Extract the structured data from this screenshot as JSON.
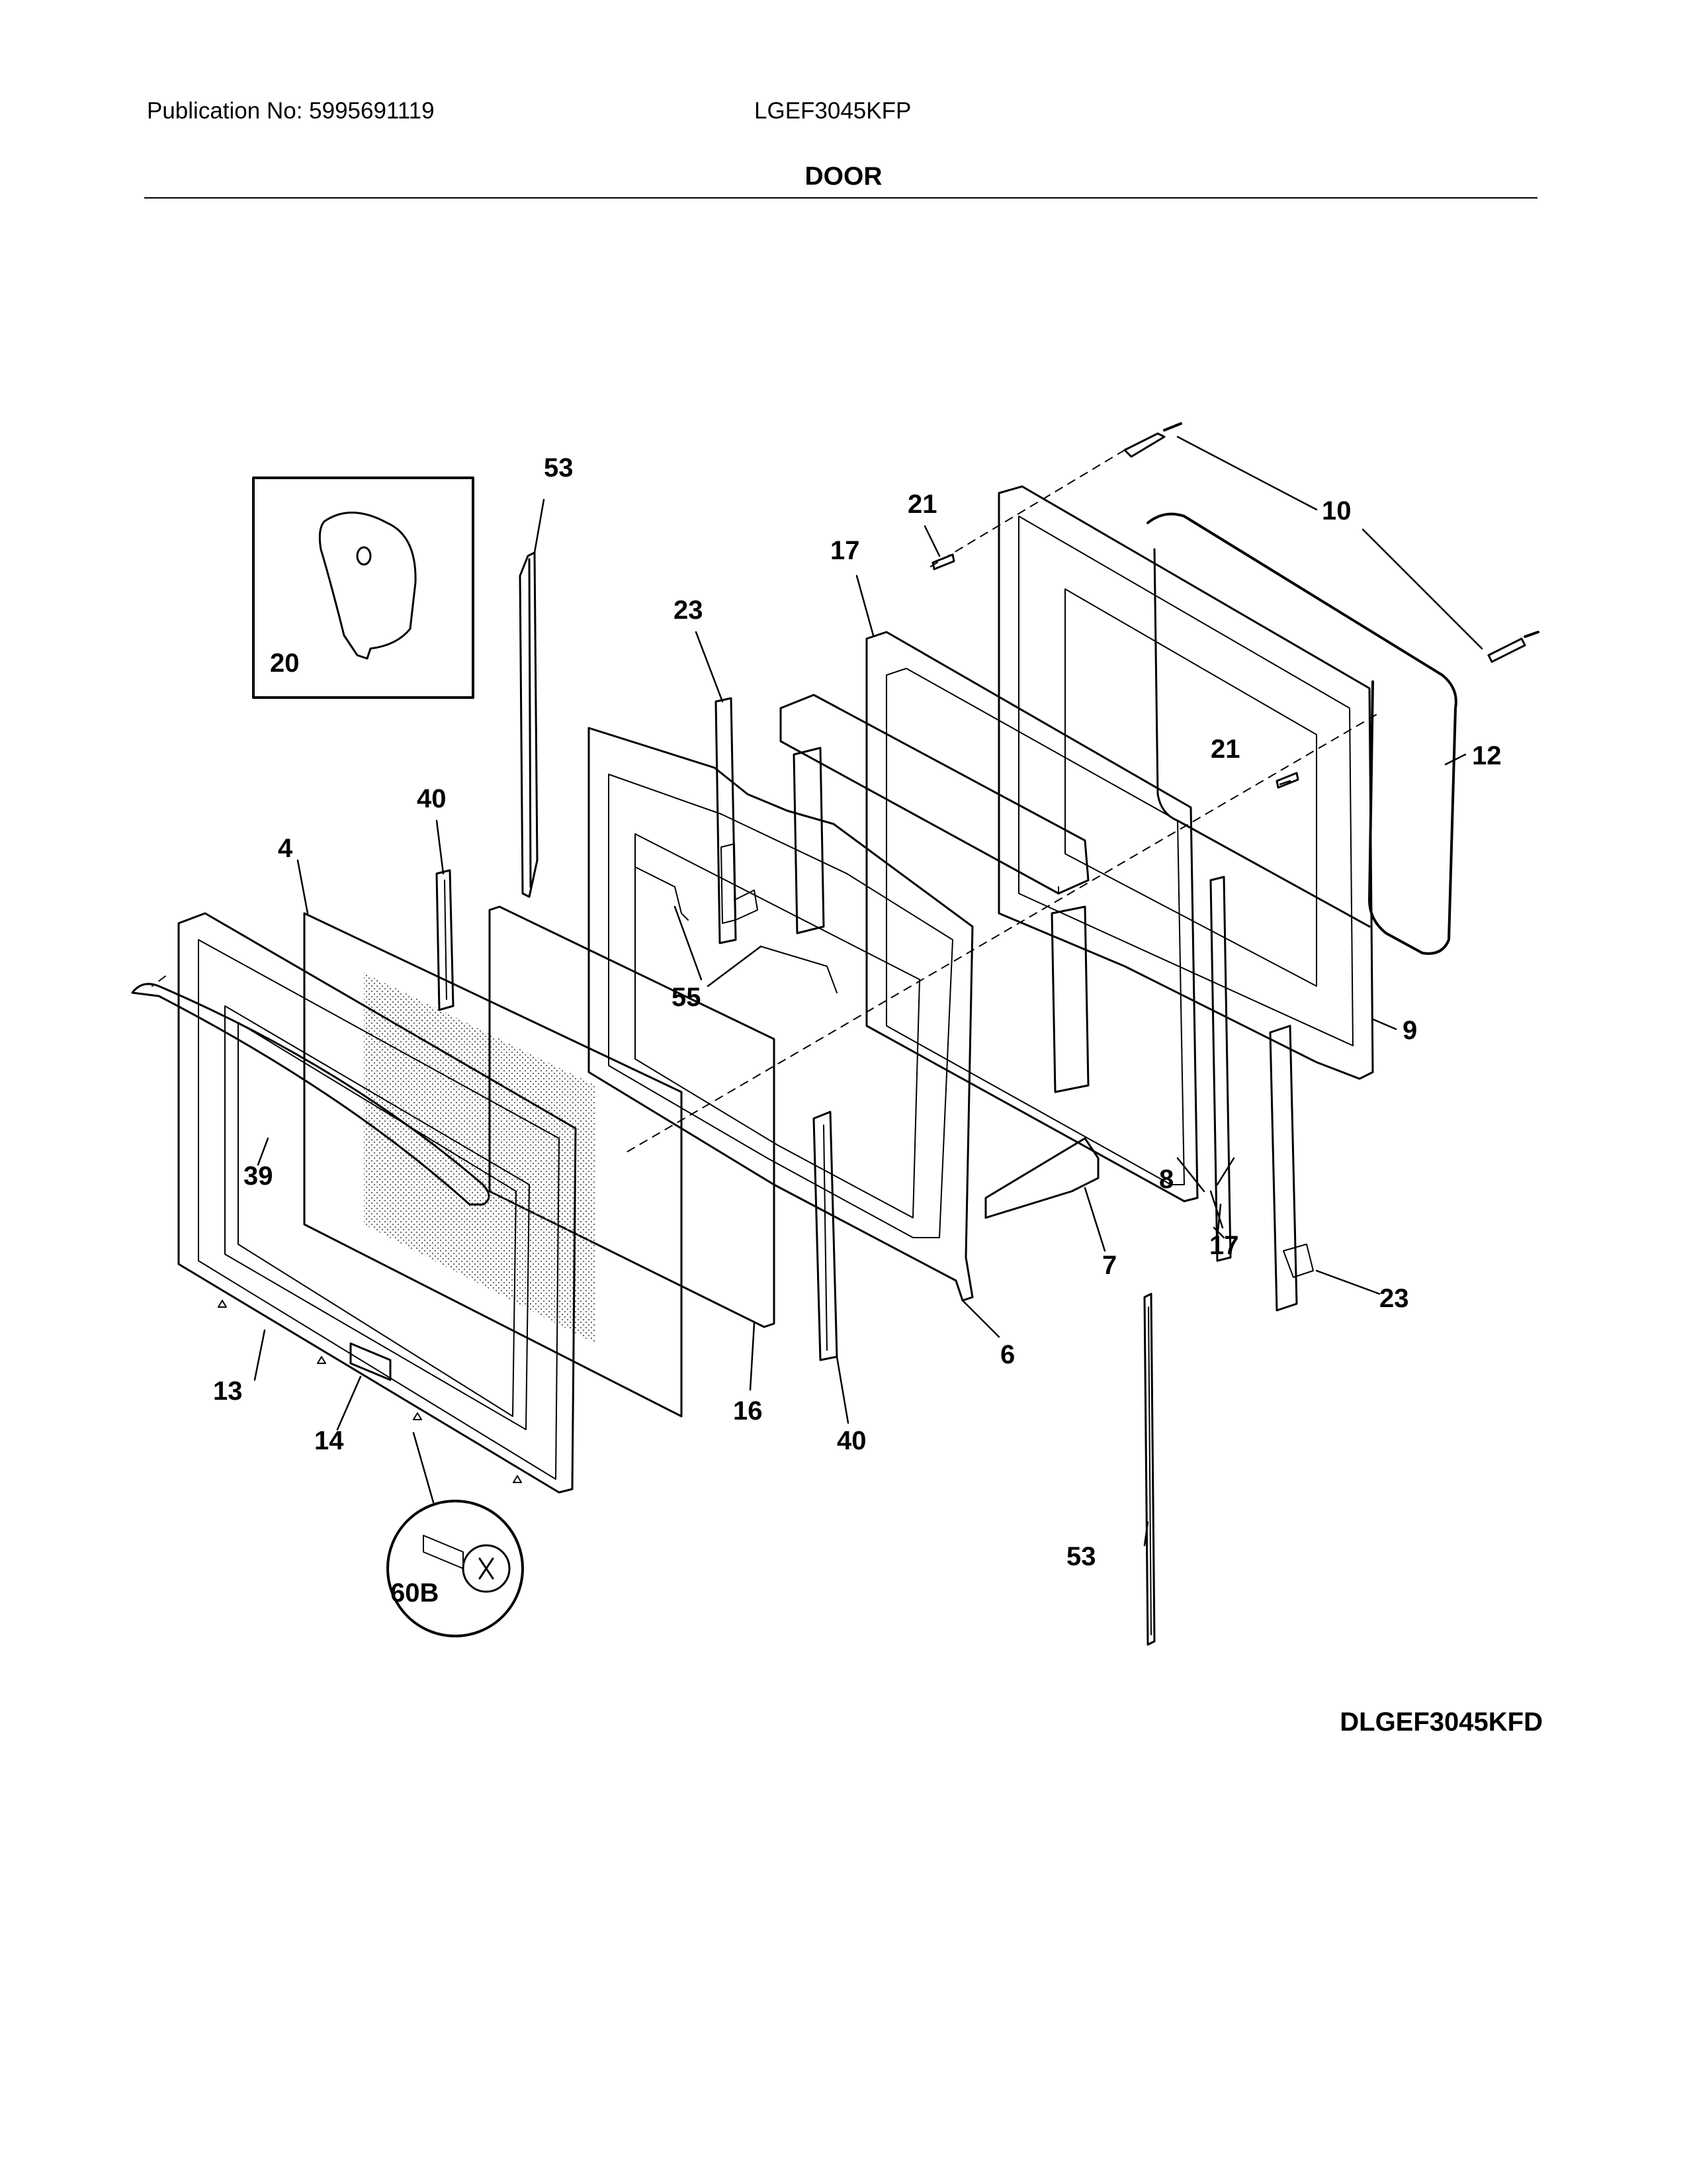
{
  "header": {
    "publication": "Publication No: 5995691119",
    "model": "LGEF3045KFP"
  },
  "section_title": "DOOR",
  "diagram_code": "DLGEF3045KFD",
  "callouts": {
    "inset_clip": "20",
    "frame_strip_top": "53",
    "frame_strip_bottom": "53",
    "hinge_left": "23",
    "hinge_right": "23",
    "bracket_upper": "40",
    "bracket_lower": "40",
    "stop_upper": "21",
    "stop_lower": "21",
    "screw_long": "10",
    "inner_panel": "9",
    "gasket": "12",
    "spacer_upper": "17",
    "spacer_lower": "17",
    "glass_pack": "8",
    "insulation": "7",
    "liner": "6",
    "glass_inner": "16",
    "glass_middle": "4",
    "door_outer": "13",
    "badge": "14",
    "handle": "39",
    "latch": "55",
    "screw_detail": "60B"
  }
}
